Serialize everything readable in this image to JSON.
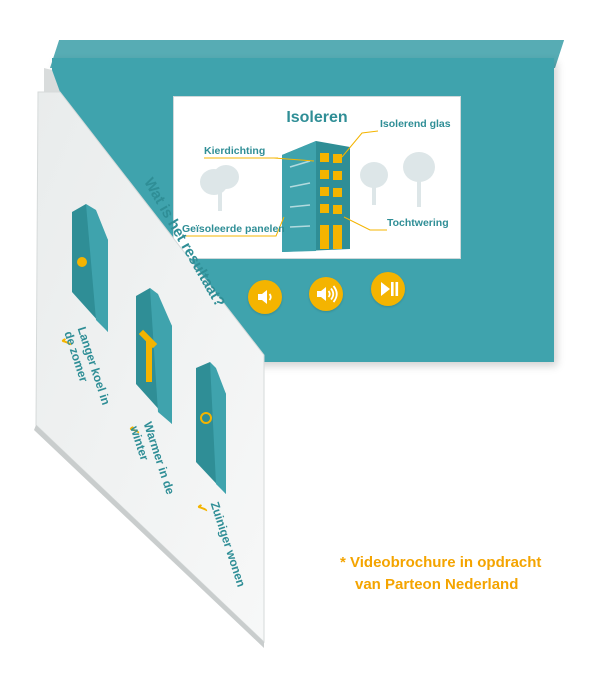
{
  "screen": {
    "title": "Isoleren",
    "labels": {
      "kierdichting": "Kierdichting",
      "isolerend_glas": "Isolerend glas",
      "panelen": "Geïsoleerde panelen",
      "tochtwering": "Tochtwering"
    }
  },
  "controls": {
    "volume_down_icon": "speaker-low-icon",
    "volume_up_icon": "speaker-high-icon",
    "play_pause_icon": "play-pause-icon"
  },
  "front": {
    "question": "Wat is het resultaat?",
    "results": [
      "Langer koel in de zomer",
      "Warmer in de winter",
      "Zuiniger wonen"
    ],
    "check_glyph": "✔"
  },
  "caption": {
    "line1": "* Videobrochure in opdracht",
    "line2": "van Parteon Nederland"
  },
  "colors": {
    "teal": "#3fa3ad",
    "teal_dark": "#2f8e96",
    "yellow": "#f4b400"
  }
}
